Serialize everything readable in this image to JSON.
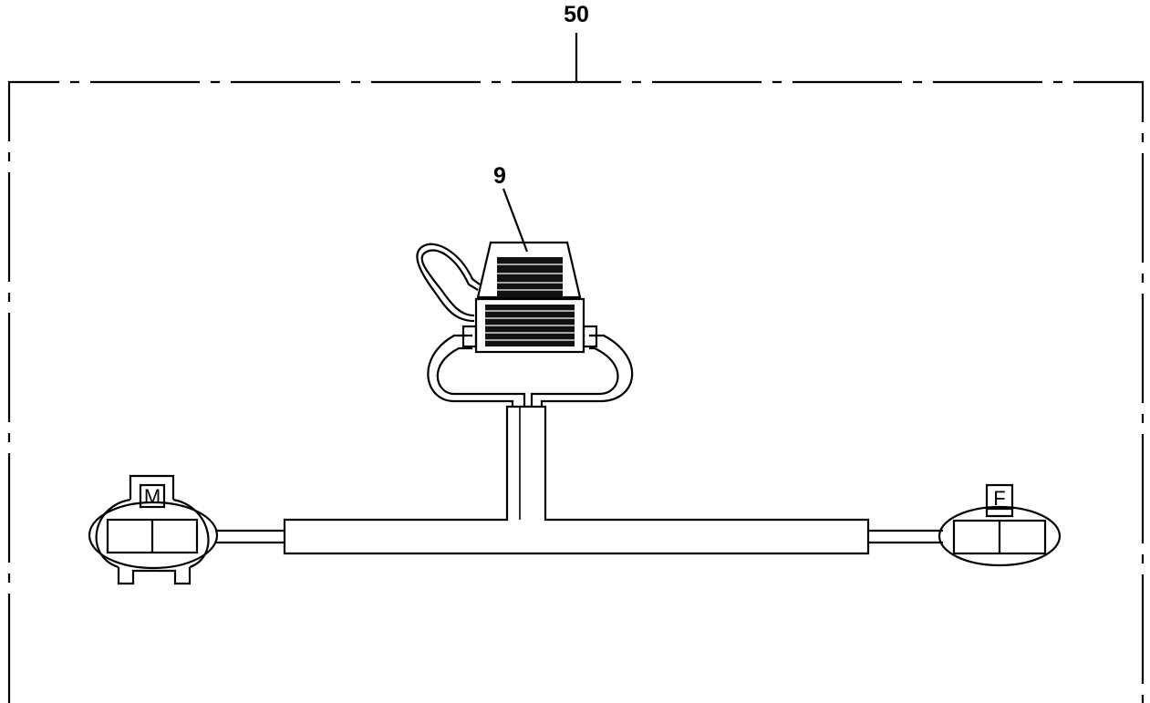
{
  "callouts": {
    "assembly": "50",
    "fuse_holder": "9"
  },
  "connectors": {
    "male_label": "M",
    "female_label": "F"
  }
}
